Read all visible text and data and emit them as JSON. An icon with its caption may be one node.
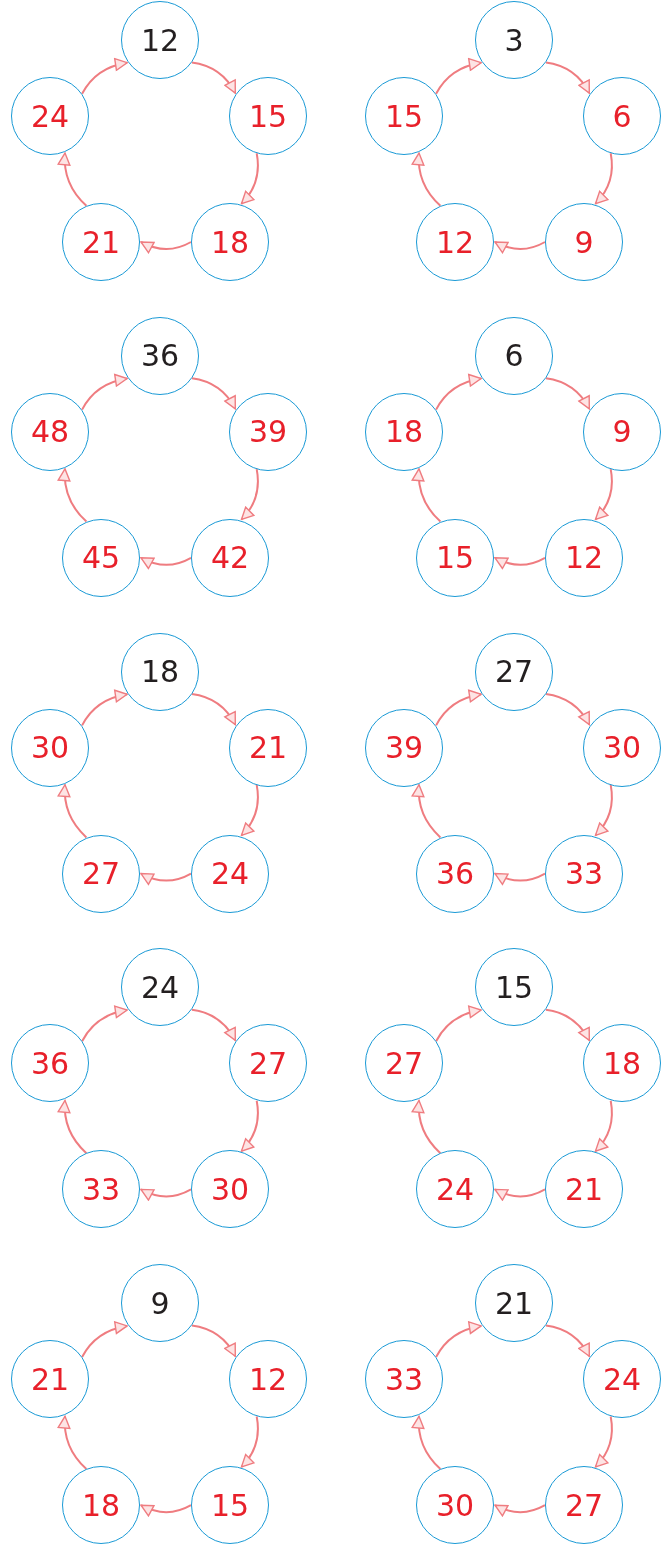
{
  "diagram": {
    "nodes": [
      {
        "text": [
          "12"
        ]
      },
      {
        "text": [
          "15"
        ]
      },
      {
        "text": [
          "18"
        ]
      },
      {
        "text": [
          "21"
        ]
      },
      {
        "text": [
          "24"
        ]
      },
      {
        "text": [
          "3"
        ]
      },
      {
        "text": [
          "6"
        ]
      },
      {
        "text": [
          "9"
        ]
      },
      {
        "text": [
          "12"
        ]
      },
      {
        "text": [
          "15"
        ]
      },
      {
        "text": [
          "36"
        ]
      },
      {
        "text": [
          "39"
        ]
      },
      {
        "text": [
          "42"
        ]
      },
      {
        "text": [
          "45"
        ]
      },
      {
        "text": [
          "48"
        ]
      },
      {
        "text": [
          "6"
        ]
      },
      {
        "text": [
          "9"
        ]
      },
      {
        "text": [
          "12"
        ]
      },
      {
        "text": [
          "15"
        ]
      },
      {
        "text": [
          "18"
        ]
      },
      {
        "text": [
          "18"
        ]
      },
      {
        "text": [
          "21"
        ]
      },
      {
        "text": [
          "24"
        ]
      },
      {
        "text": [
          "27"
        ]
      },
      {
        "text": [
          "30"
        ]
      },
      {
        "text": [
          "27"
        ]
      },
      {
        "text": [
          "30"
        ]
      },
      {
        "text": [
          "33"
        ]
      },
      {
        "text": [
          "36"
        ]
      },
      {
        "text": [
          "39"
        ]
      },
      {
        "text": [
          "24"
        ]
      },
      {
        "text": [
          "27"
        ]
      },
      {
        "text": [
          "30"
        ]
      },
      {
        "text": [
          "33"
        ]
      },
      {
        "text": [
          "36"
        ]
      },
      {
        "text": [
          "15"
        ]
      },
      {
        "text": [
          "18"
        ]
      },
      {
        "text": [
          "21"
        ]
      },
      {
        "text": [
          "24"
        ]
      },
      {
        "text": [
          "27"
        ]
      },
      {
        "text": [
          "9"
        ]
      },
      {
        "text": [
          "12"
        ]
      },
      {
        "text": [
          "15"
        ]
      },
      {
        "text": [
          "18"
        ]
      },
      {
        "text": [
          "21"
        ]
      },
      {
        "text": [
          "21"
        ]
      },
      {
        "text": [
          "24"
        ]
      },
      {
        "text": [
          "27"
        ]
      },
      {
        "text": [
          "30"
        ]
      },
      {
        "text": [
          "33"
        ]
      }
    ],
    "edges": [
      {
        "from": 0,
        "to": 1,
        "arrow": "to"
      },
      {
        "from": 1,
        "to": 2,
        "arrow": "to"
      },
      {
        "from": 2,
        "to": 3,
        "arrow": "to"
      },
      {
        "from": 3,
        "to": 4,
        "arrow": "to"
      },
      {
        "from": 4,
        "to": 0,
        "arrow": "to"
      },
      {
        "from": 5,
        "to": 6,
        "arrow": "to"
      },
      {
        "from": 6,
        "to": 7,
        "arrow": "to"
      },
      {
        "from": 7,
        "to": 8,
        "arrow": "to"
      },
      {
        "from": 8,
        "to": 9,
        "arrow": "to"
      },
      {
        "from": 9,
        "to": 5,
        "arrow": "to"
      },
      {
        "from": 10,
        "to": 11,
        "arrow": "to"
      },
      {
        "from": 11,
        "to": 12,
        "arrow": "to"
      },
      {
        "from": 12,
        "to": 13,
        "arrow": "to"
      },
      {
        "from": 13,
        "to": 14,
        "arrow": "to"
      },
      {
        "from": 14,
        "to": 10,
        "arrow": "to"
      },
      {
        "from": 15,
        "to": 16,
        "arrow": "to"
      },
      {
        "from": 16,
        "to": 17,
        "arrow": "to"
      },
      {
        "from": 17,
        "to": 18,
        "arrow": "to"
      },
      {
        "from": 18,
        "to": 19,
        "arrow": "to"
      },
      {
        "from": 19,
        "to": 15,
        "arrow": "to"
      },
      {
        "from": 20,
        "to": 21,
        "arrow": "to"
      },
      {
        "from": 21,
        "to": 22,
        "arrow": "to"
      },
      {
        "from": 22,
        "to": 23,
        "arrow": "to"
      },
      {
        "from": 23,
        "to": 24,
        "arrow": "to"
      },
      {
        "from": 24,
        "to": 20,
        "arrow": "to"
      },
      {
        "from": 25,
        "to": 26,
        "arrow": "to"
      },
      {
        "from": 26,
        "to": 27,
        "arrow": "to"
      },
      {
        "from": 27,
        "to": 28,
        "arrow": "to"
      },
      {
        "from": 28,
        "to": 29,
        "arrow": "to"
      },
      {
        "from": 29,
        "to": 25,
        "arrow": "to"
      },
      {
        "from": 30,
        "to": 31,
        "arrow": "to"
      },
      {
        "from": 31,
        "to": 32,
        "arrow": "to"
      },
      {
        "from": 32,
        "to": 33,
        "arrow": "to"
      },
      {
        "from": 33,
        "to": 34,
        "arrow": "to"
      },
      {
        "from": 34,
        "to": 30,
        "arrow": "to"
      },
      {
        "from": 35,
        "to": 36,
        "arrow": "to"
      },
      {
        "from": 36,
        "to": 37,
        "arrow": "to"
      },
      {
        "from": 37,
        "to": 38,
        "arrow": "to"
      },
      {
        "from": 38,
        "to": 39,
        "arrow": "to"
      },
      {
        "from": 39,
        "to": 35,
        "arrow": "to"
      },
      {
        "from": 40,
        "to": 41,
        "arrow": "to"
      },
      {
        "from": 41,
        "to": 42,
        "arrow": "to"
      },
      {
        "from": 42,
        "to": 43,
        "arrow": "to"
      },
      {
        "from": 43,
        "to": 44,
        "arrow": "to"
      },
      {
        "from": 44,
        "to": 40,
        "arrow": "to"
      },
      {
        "from": 45,
        "to": 46,
        "arrow": "to"
      },
      {
        "from": 46,
        "to": 47,
        "arrow": "to"
      },
      {
        "from": 47,
        "to": 48,
        "arrow": "to"
      },
      {
        "from": 48,
        "to": 49,
        "arrow": "to"
      },
      {
        "from": 49,
        "to": 45,
        "arrow": "to"
      }
    ]
  }
}
